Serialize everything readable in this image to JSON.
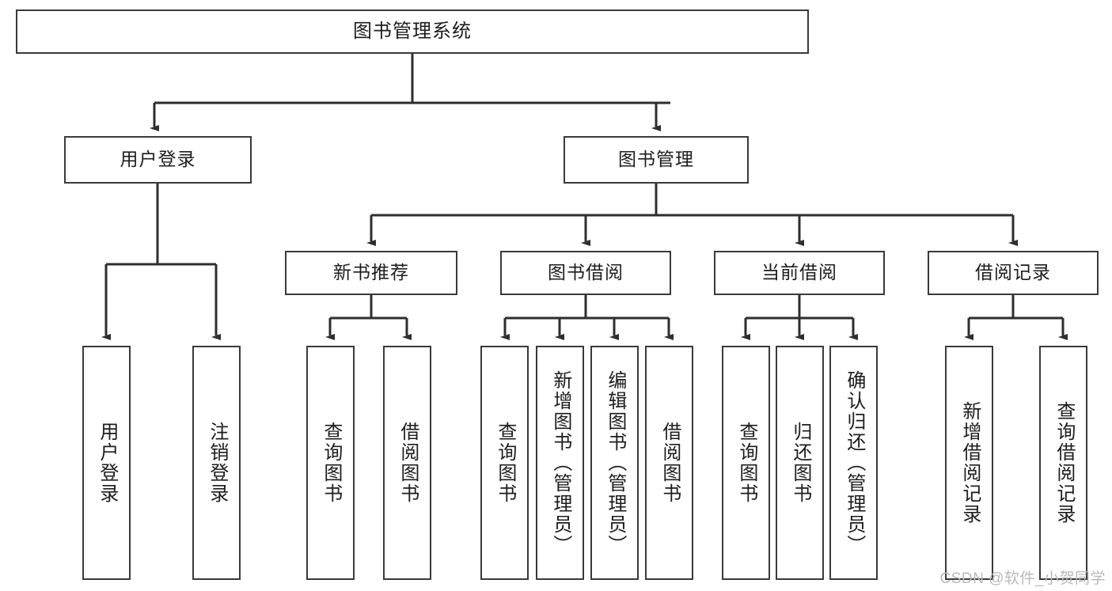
{
  "diagram": {
    "title_node": {
      "label": "图书管理系统"
    },
    "level1": [
      {
        "id": "user-login",
        "label": "用户登录"
      },
      {
        "id": "book-management",
        "label": "图书管理"
      }
    ],
    "level2": [
      {
        "id": "new-book-recommend",
        "label": "新书推荐"
      },
      {
        "id": "book-borrow",
        "label": "图书借阅"
      },
      {
        "id": "current-borrow",
        "label": "当前借阅"
      },
      {
        "id": "borrow-record",
        "label": "借阅记录"
      }
    ],
    "leaves": {
      "user_login": [
        {
          "id": "leaf-user-login",
          "label": "用户登录"
        },
        {
          "id": "leaf-logout",
          "label": "注销登录"
        }
      ],
      "new_book_recommend": [
        {
          "id": "leaf-query-book-1",
          "label": "查询图书"
        },
        {
          "id": "leaf-borrow-book-1",
          "label": "借阅图书"
        }
      ],
      "book_borrow": [
        {
          "id": "leaf-query-book-2",
          "label": "查询图书"
        },
        {
          "id": "leaf-add-book",
          "label": "新增图书（管理员）"
        },
        {
          "id": "leaf-edit-book",
          "label": "编辑图书（管理员）"
        },
        {
          "id": "leaf-borrow-book-2",
          "label": "借阅图书"
        }
      ],
      "current_borrow": [
        {
          "id": "leaf-query-book-3",
          "label": "查询图书"
        },
        {
          "id": "leaf-return-book",
          "label": "归还图书"
        },
        {
          "id": "leaf-confirm-return",
          "label": "确认归还（管理员）"
        }
      ],
      "borrow_record": [
        {
          "id": "leaf-add-record",
          "label": "新增借阅记录"
        },
        {
          "id": "leaf-query-record",
          "label": "查询借阅记录"
        }
      ]
    }
  },
  "watermark": {
    "text": "CSDN @软件_小贺同学"
  },
  "colors": {
    "stroke": "#3a3a3a",
    "background": "#ffffff",
    "text": "#1d1d1d",
    "watermark": "#b9b9b9"
  }
}
